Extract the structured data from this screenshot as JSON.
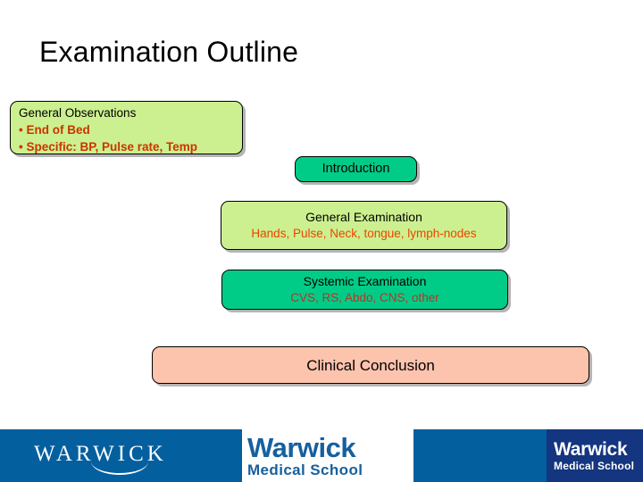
{
  "slide": {
    "title": "Examination Outline",
    "background_color": "#ffffff"
  },
  "boxes": [
    {
      "id": "general-observations",
      "heading": "General Observations",
      "bullets": [
        "• End of Bed",
        "• Specific: BP, Pulse rate, Temp"
      ],
      "fill_color": "#ccf08f",
      "heading_color": "#000000",
      "bullet_color": "#cc3300"
    },
    {
      "id": "introduction",
      "heading": "Introduction",
      "subtitle": "",
      "fill_color": "#00cc88",
      "heading_color": "#000000"
    },
    {
      "id": "general-examination",
      "heading": "General Examination",
      "subtitle": "Hands, Pulse, Neck, tongue, lymph-nodes",
      "fill_color": "#ccf08f",
      "heading_color": "#000000",
      "subtitle_color": "#ee4400"
    },
    {
      "id": "systemic-examination",
      "heading": "Systemic Examination",
      "subtitle": "CVS, RS, Abdo, CNS, other",
      "fill_color": "#00cc88",
      "heading_color": "#000000",
      "subtitle_color": "#bb3322"
    },
    {
      "id": "clinical-conclusion",
      "heading": "Clinical Conclusion",
      "subtitle": "",
      "fill_color": "#fcc3ad",
      "heading_color": "#000000"
    }
  ],
  "footer": {
    "background_color": "#045f9e",
    "logo_university": "WARWICK",
    "logo_school_main": "Warwick",
    "logo_school_sub": "Medical School",
    "logo_school_blue_main": "Warwick",
    "logo_school_blue_sub": "Medical School",
    "white_block_color": "#ffffff",
    "blue_block_color": "#14357f"
  }
}
